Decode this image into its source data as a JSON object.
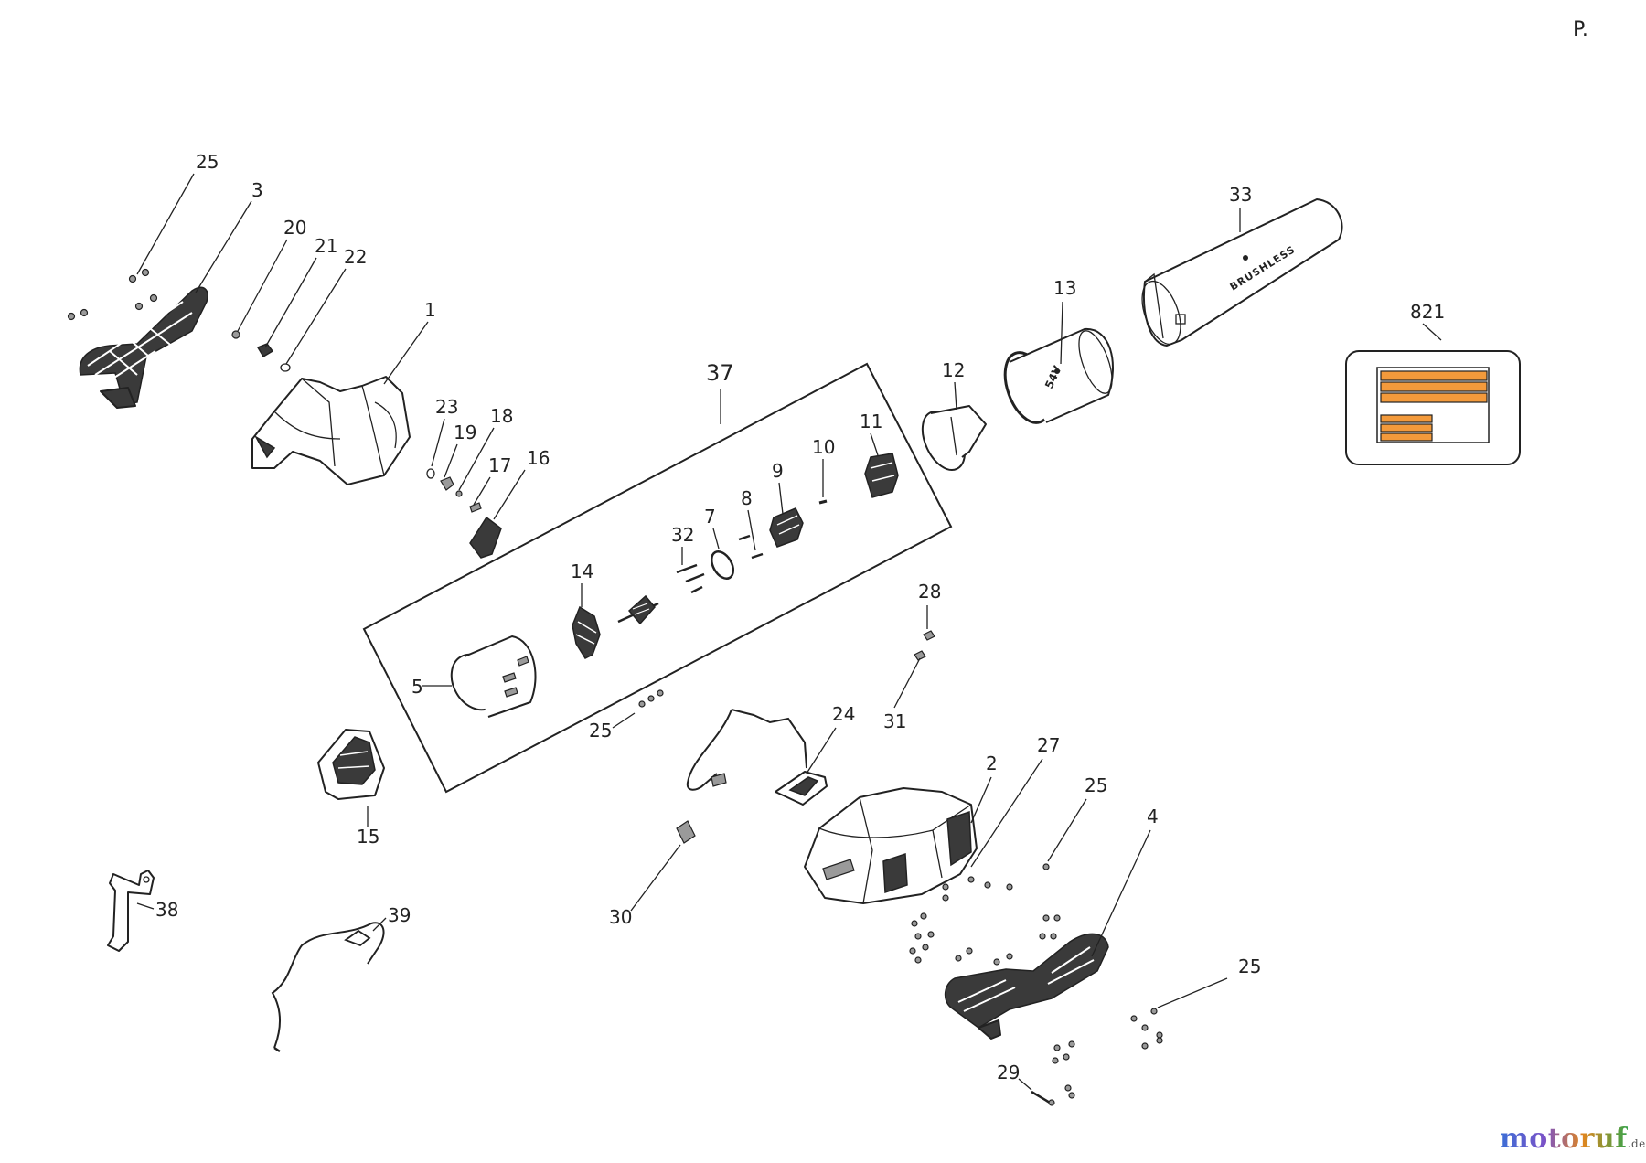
{
  "page_marker": "P.",
  "assembly_label": "37",
  "brand_text": "BRUSHLESS",
  "voltage_text": "54V",
  "watermark": {
    "name": "motoruf",
    "suffix": ".de"
  },
  "colors": {
    "label_orange": "#f39a3b",
    "line": "#222222"
  },
  "callouts": [
    {
      "id": "c25a",
      "text": "25"
    },
    {
      "id": "c3",
      "text": "3"
    },
    {
      "id": "c20",
      "text": "20"
    },
    {
      "id": "c21",
      "text": "21"
    },
    {
      "id": "c22",
      "text": "22"
    },
    {
      "id": "c1",
      "text": "1"
    },
    {
      "id": "c23",
      "text": "23"
    },
    {
      "id": "c19",
      "text": "19"
    },
    {
      "id": "c18",
      "text": "18"
    },
    {
      "id": "c17",
      "text": "17"
    },
    {
      "id": "c16",
      "text": "16"
    },
    {
      "id": "c14",
      "text": "14"
    },
    {
      "id": "c32",
      "text": "32"
    },
    {
      "id": "c7",
      "text": "7"
    },
    {
      "id": "c8",
      "text": "8"
    },
    {
      "id": "c9",
      "text": "9"
    },
    {
      "id": "c10",
      "text": "10"
    },
    {
      "id": "c11",
      "text": "11"
    },
    {
      "id": "c12",
      "text": "12"
    },
    {
      "id": "c13",
      "text": "13"
    },
    {
      "id": "c33",
      "text": "33"
    },
    {
      "id": "c821",
      "text": "821"
    },
    {
      "id": "c5",
      "text": "5"
    },
    {
      "id": "c25b",
      "text": "25"
    },
    {
      "id": "c28",
      "text": "28"
    },
    {
      "id": "c31",
      "text": "31"
    },
    {
      "id": "c24",
      "text": "24"
    },
    {
      "id": "c15",
      "text": "15"
    },
    {
      "id": "c2",
      "text": "2"
    },
    {
      "id": "c27",
      "text": "27"
    },
    {
      "id": "c25c",
      "text": "25"
    },
    {
      "id": "c4",
      "text": "4"
    },
    {
      "id": "c38",
      "text": "38"
    },
    {
      "id": "c39",
      "text": "39"
    },
    {
      "id": "c30",
      "text": "30"
    },
    {
      "id": "c25d",
      "text": "25"
    },
    {
      "id": "c29",
      "text": "29"
    }
  ]
}
